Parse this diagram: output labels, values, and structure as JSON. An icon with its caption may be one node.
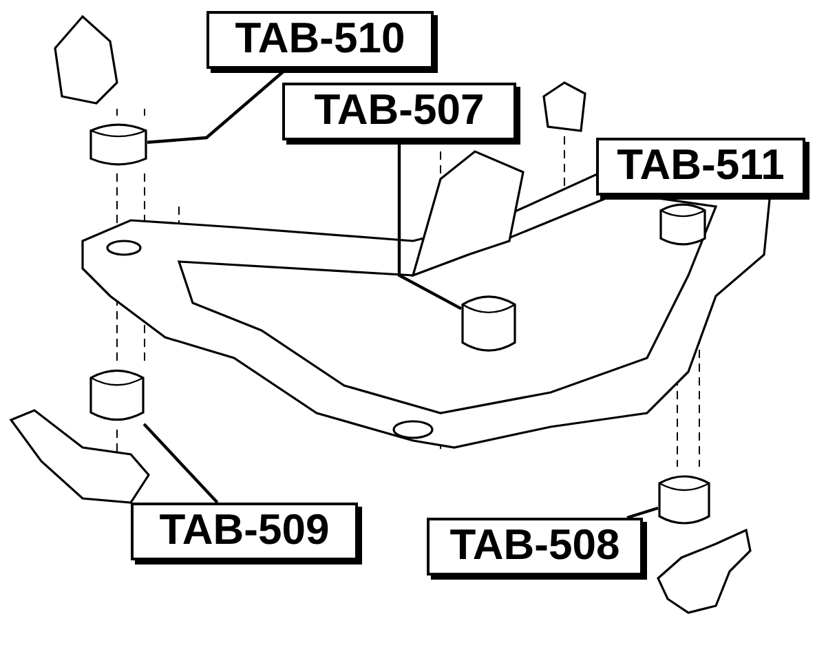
{
  "diagram": {
    "nodes": [
      {
        "text": [
          "TAB-510"
        ]
      },
      {
        "text": [],
        "shape": "picture"
      },
      {
        "text": [
          "TAB-507"
        ]
      },
      {
        "text": [],
        "shape": "picture"
      },
      {
        "text": [
          "TAB-511"
        ]
      },
      {
        "text": [],
        "shape": "picture"
      },
      {
        "text": [
          "TAB-509"
        ]
      },
      {
        "text": [],
        "shape": "picture"
      },
      {
        "text": [
          "TAB-508"
        ]
      },
      {
        "text": [],
        "shape": "picture"
      }
    ],
    "edges": [
      {
        "from": 0,
        "to": 1,
        "arrow": "none"
      },
      {
        "from": 2,
        "to": 3,
        "arrow": "none"
      },
      {
        "from": 6,
        "to": 7,
        "arrow": "none"
      },
      {
        "from": 8,
        "to": 9,
        "arrow": "none"
      }
    ]
  }
}
